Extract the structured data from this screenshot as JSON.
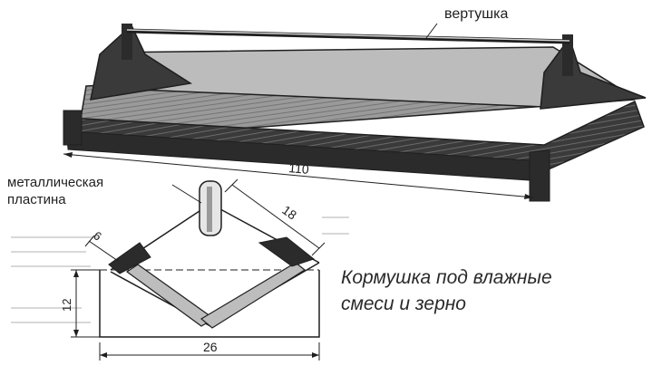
{
  "labels": {
    "spinner": "вертушка",
    "metal_plate_line1": "металлическая",
    "metal_plate_line2": "пластина"
  },
  "dimensions": {
    "length": "110",
    "slant": "18",
    "bevel": "6",
    "height": "12",
    "width": "26"
  },
  "caption": {
    "line1": "Кормушка под влажные",
    "line2": "смеси и зерно"
  },
  "colors": {
    "ink": "#1f1f1f",
    "wood_dark": "#2b2b2b",
    "background": "#ffffff"
  }
}
